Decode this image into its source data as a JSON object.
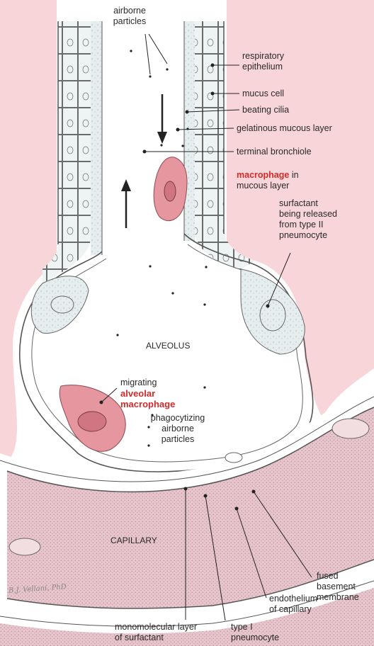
{
  "labels": {
    "airborne_particles": [
      "airborne",
      "particles"
    ],
    "respiratory_epithelium": [
      "respiratory",
      "epithelium"
    ],
    "mucus_cell": "mucus cell",
    "beating_cilia": "beating cilia",
    "gelatinous_mucous_layer": "gelatinous mucous layer",
    "terminal_bronchiole": "terminal bronchiole",
    "macrophage_in_mucous": {
      "bold": "macrophage",
      "rest1": " in",
      "line2": "mucous layer"
    },
    "surfactant_released": [
      "surfactant",
      "being released",
      "from type II",
      "pneumocyte"
    ],
    "alveolus": "ALVEOLUS",
    "migrating_alveolar_macrophage": {
      "line1": "migrating",
      "bold1": "alveolar",
      "bold2": "macrophage"
    },
    "phagocytizing": [
      "phagocytizing",
      "airborne",
      "particles"
    ],
    "capillary": "CAPILLARY",
    "fused_basement_membrane": [
      "fused",
      "basement",
      "membrane"
    ],
    "endothelium_of_capillary": [
      "endothelium",
      "of capillary"
    ],
    "monomolecular_layer": [
      "monomolecular layer",
      "of surfactant"
    ],
    "type_I_pneumocyte": [
      "type I",
      "pneumocyte"
    ]
  },
  "signature": "B.J. Vellani, PhD",
  "colors": {
    "pink_background": "#f8d5d9",
    "macrophage": "#e5969f",
    "capillary": "#e6c3cb",
    "epithelium": "#e4ecef",
    "label_accent": "#d42a2a"
  }
}
